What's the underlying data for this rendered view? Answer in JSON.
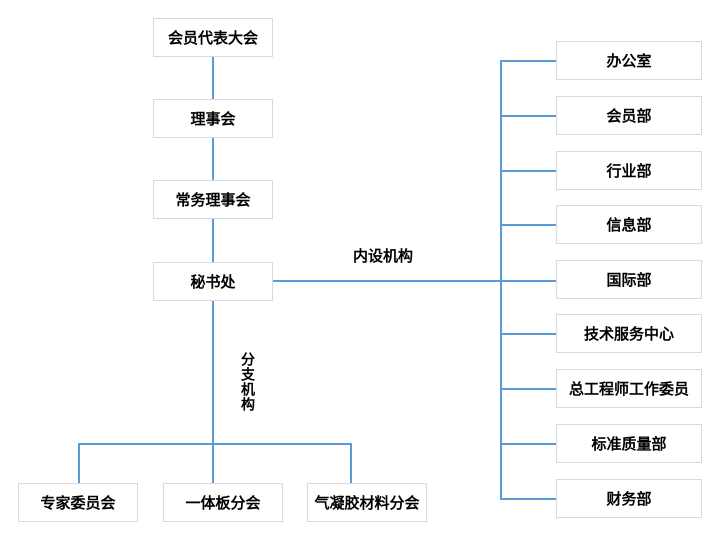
{
  "diagram": {
    "title_hint": "association organization chart",
    "left_chain": [
      {
        "label": "会员代表大会"
      },
      {
        "label": "理事会"
      },
      {
        "label": "常务理事会"
      },
      {
        "label": "秘书处"
      }
    ],
    "group_labels": {
      "internal": "内设机构",
      "branches": "分支机构"
    },
    "internal_departments": [
      {
        "label": "办公室"
      },
      {
        "label": "会员部"
      },
      {
        "label": "行业部"
      },
      {
        "label": "信息部"
      },
      {
        "label": "国际部"
      },
      {
        "label": "技术服务中心"
      },
      {
        "label": "总工程师工作委员"
      },
      {
        "label": "标准质量部"
      },
      {
        "label": "财务部"
      }
    ],
    "branch_organizations": [
      {
        "label": "专家委员会"
      },
      {
        "label": "一体板分会"
      },
      {
        "label": "气凝胶材料分会"
      }
    ],
    "colors": {
      "connector": "#5b9bd5",
      "box_border": "#d9d9d9",
      "text": "#000000",
      "background": "#ffffff"
    }
  }
}
